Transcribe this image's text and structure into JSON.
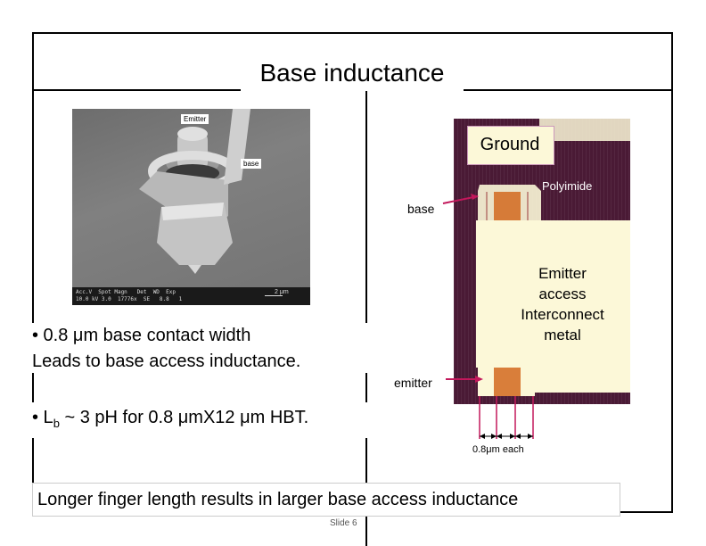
{
  "title": "Base inductance",
  "sem_image": {
    "emitter_label": "Emitter",
    "base_label": "base",
    "meta_line1": "Acc.V  Spot Magn   Det  WD  Exp",
    "meta_line2": "10.0 kV 3.0  17776x  SE   8.8   1",
    "scale_label": "2 μm"
  },
  "cross_section": {
    "ground_label": "Ground",
    "polyimide_label": "Polyimide",
    "base_label": "base",
    "emitter_label": "emitter",
    "interconnect_line1": "Emitter",
    "interconnect_line2": "access",
    "interconnect_line3": "Interconnect",
    "interconnect_line4": "metal",
    "dimension_label": "0.8μm each"
  },
  "bullets": {
    "b1_line1": "• 0.8 μm base contact width",
    "b1_line2": "Leads to base access inductance.",
    "b2_prefix": "• L",
    "b2_sub": "b",
    "b2_rest": " ~ 3 pH for 0.8 μmX12 μm HBT."
  },
  "caption": "Longer finger length results in larger base access inductance",
  "slide_number": "Slide 6",
  "colors": {
    "xsec_background": "#4a1a35",
    "cream": "#fcf8d8",
    "contact": "#d2691e",
    "arrow": "#c2185b"
  }
}
